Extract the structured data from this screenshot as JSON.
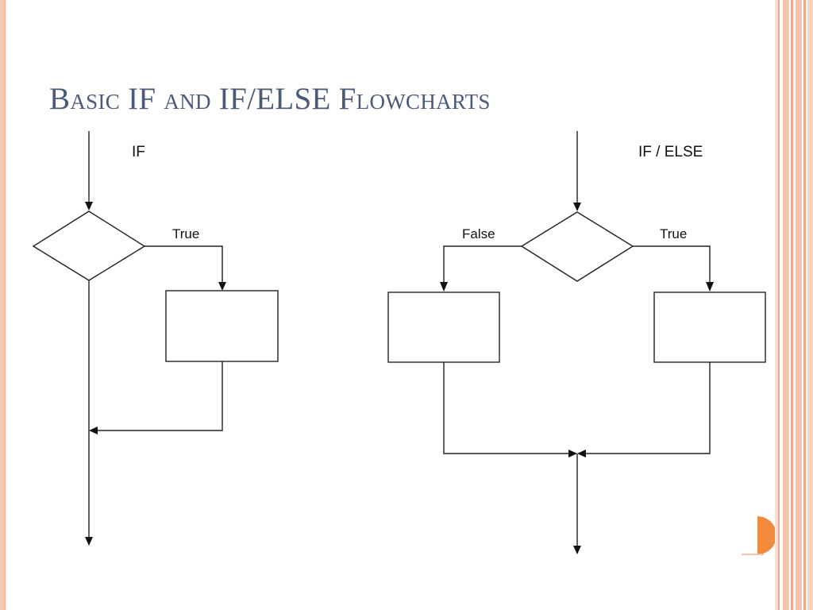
{
  "slide": {
    "title": "Basic IF and IF/ELSE Flowcharts"
  },
  "if_diagram": {
    "heading": "IF",
    "true_label": "True"
  },
  "ifelse_diagram": {
    "heading": "IF / ELSE",
    "false_label": "False",
    "true_label": "True"
  },
  "theme": {
    "title_color": "#4a5a78",
    "border_color": "#f7c9b5",
    "accent_orange": "#f08a3c",
    "line_color": "#222222"
  }
}
